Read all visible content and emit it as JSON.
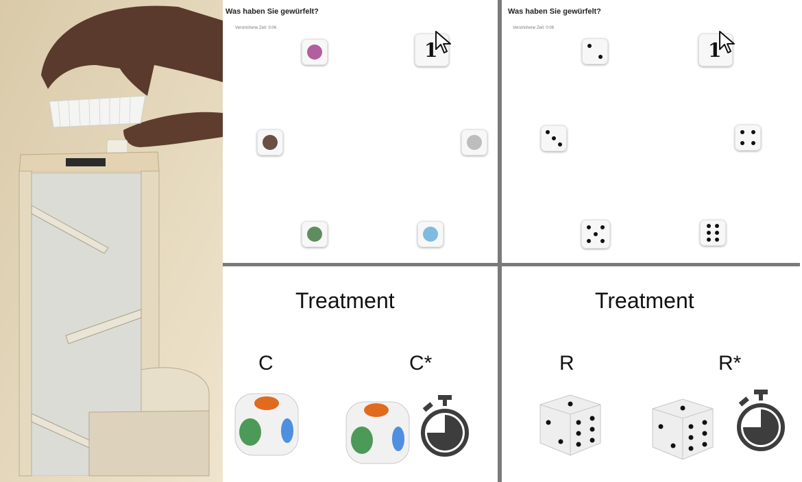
{
  "screen": {
    "title": "Was haben Sie gewürfelt?",
    "elapsed": "Verstrichene Zeit: 0:06",
    "first_option_label": "1"
  },
  "color_options": [
    {
      "name": "pink-option",
      "color": "#b35e9e"
    },
    {
      "name": "brown-option",
      "color": "#6b4f45"
    },
    {
      "name": "gray-option",
      "color": "#bdbdbd"
    },
    {
      "name": "green-option",
      "color": "#5f8d5f"
    },
    {
      "name": "blue-option",
      "color": "#7fbbe0"
    }
  ],
  "number_options": [
    2,
    3,
    4,
    5,
    6
  ],
  "treatments": [
    {
      "title": "Treatment",
      "conditions": [
        "C",
        "C*"
      ]
    },
    {
      "title": "Treatment",
      "conditions": [
        "R",
        "R*"
      ]
    }
  ],
  "colors": {
    "die_orange": "#e06a1e",
    "die_green": "#4c9a58",
    "die_blue": "#4f8fe0",
    "stopwatch": "#3d3d3d",
    "divider": "#7a7a7a"
  }
}
